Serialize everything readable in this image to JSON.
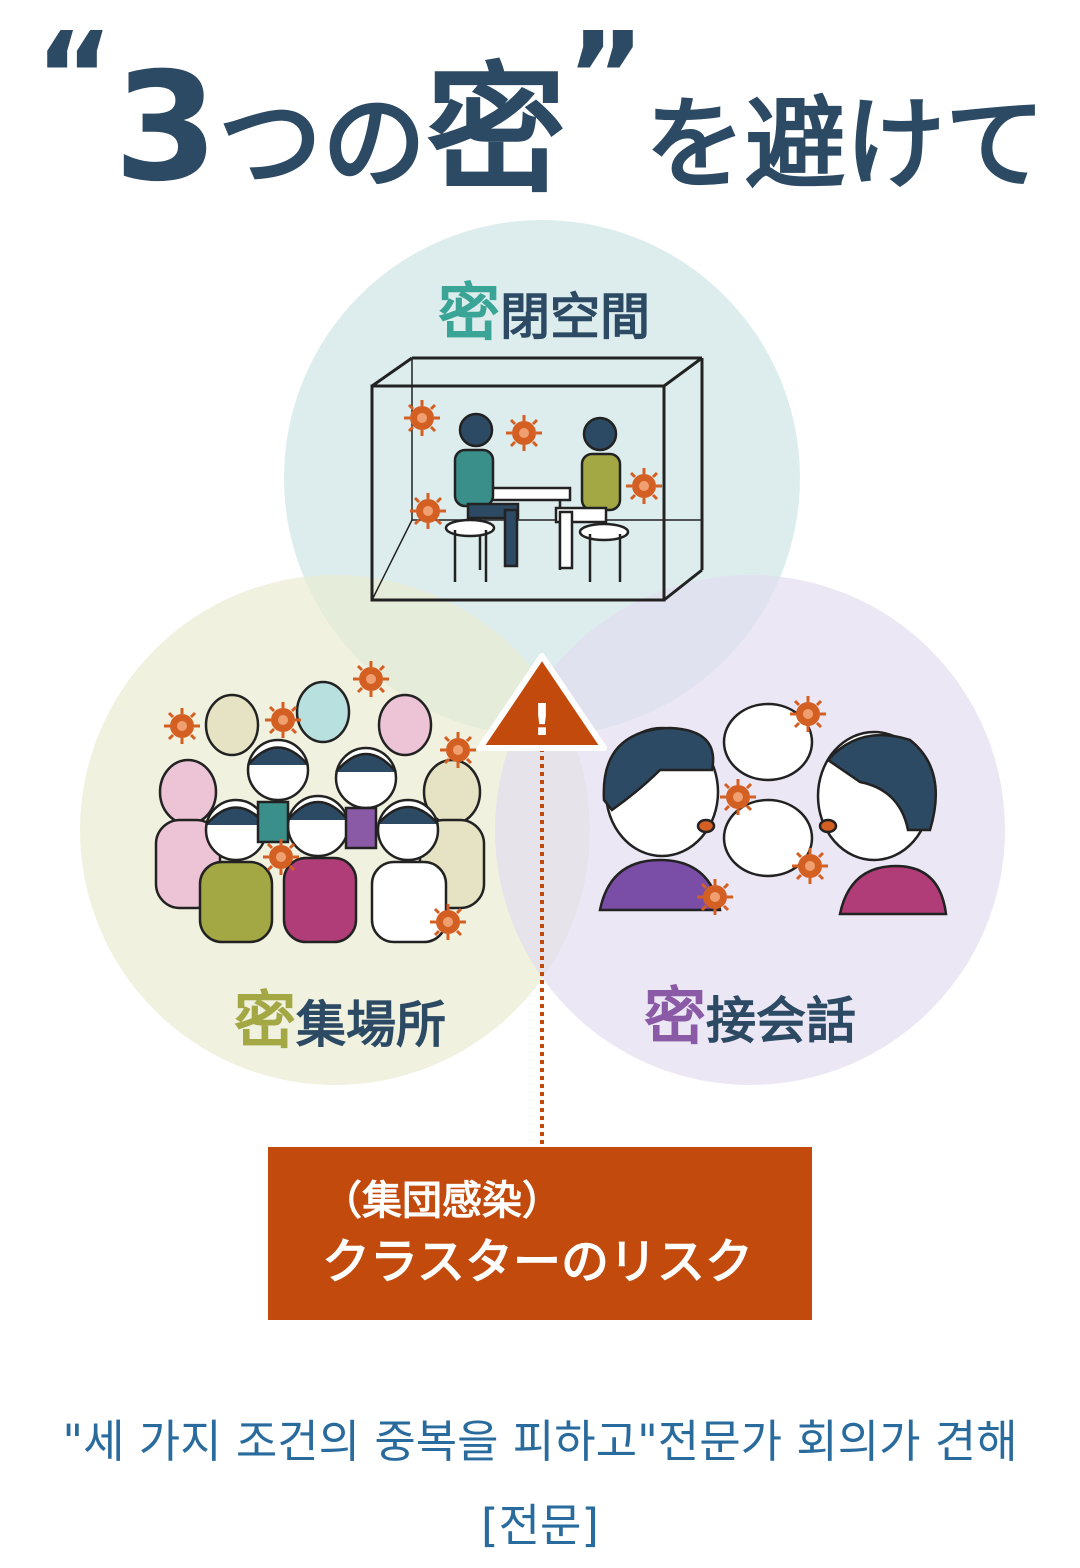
{
  "title": {
    "open_quote": "“",
    "number": "3",
    "tsu_no": "つの",
    "mitsu": "密",
    "close_quote": "”",
    "rest": "を避けて"
  },
  "circles": {
    "closed": {
      "mitsu": "密",
      "label": "閉空間",
      "color": "#cfe6e6"
    },
    "crowded": {
      "mitsu": "密",
      "label": "集場所",
      "color": "#e9ebd2"
    },
    "close_contact": {
      "mitsu": "密",
      "label": "接会話",
      "color": "#e3ddef"
    }
  },
  "warning": {
    "symbol": "!",
    "color": "#c24a0c"
  },
  "risk": {
    "sub": "（集団感染）",
    "main": "クラスターのリスク"
  },
  "caption": "\"세 가지 조건의 중복을 피하고\"전문가 회의가 견해 [전문]"
}
